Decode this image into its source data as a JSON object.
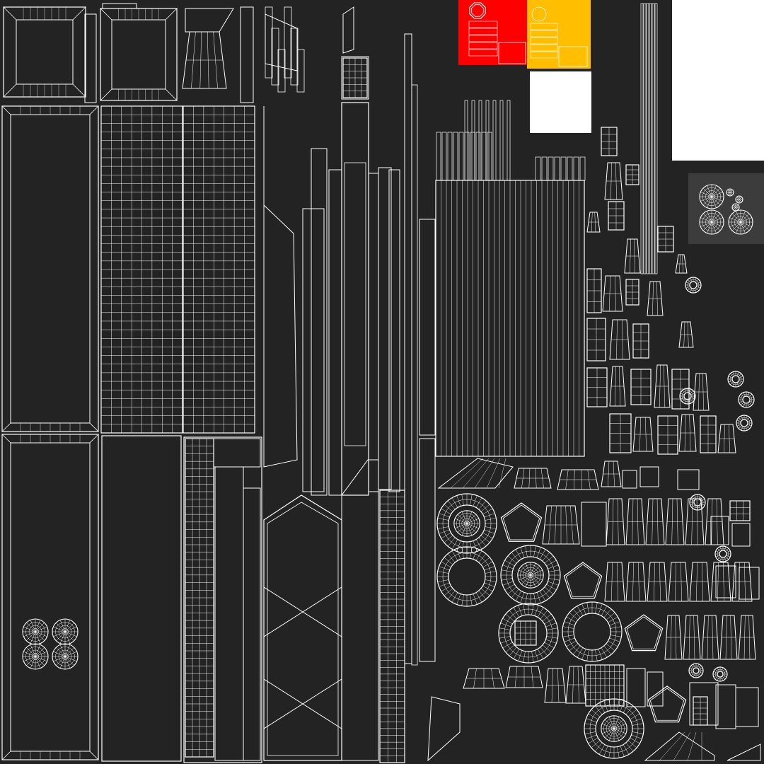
{
  "colors": {
    "background": "#232323",
    "wire": "#ffffff",
    "swatch_red": "#ff0000",
    "swatch_yellow": "#ffbf00",
    "swatch_white": "#ffffff",
    "swatch_grey": "#3c3c3c"
  },
  "panels": [
    "top-strip",
    "left-tall-panel",
    "grid-panels",
    "center-columns",
    "hexagon-column",
    "vertical-stripes",
    "color-swatches",
    "scattered-islands",
    "circular-islands"
  ]
}
